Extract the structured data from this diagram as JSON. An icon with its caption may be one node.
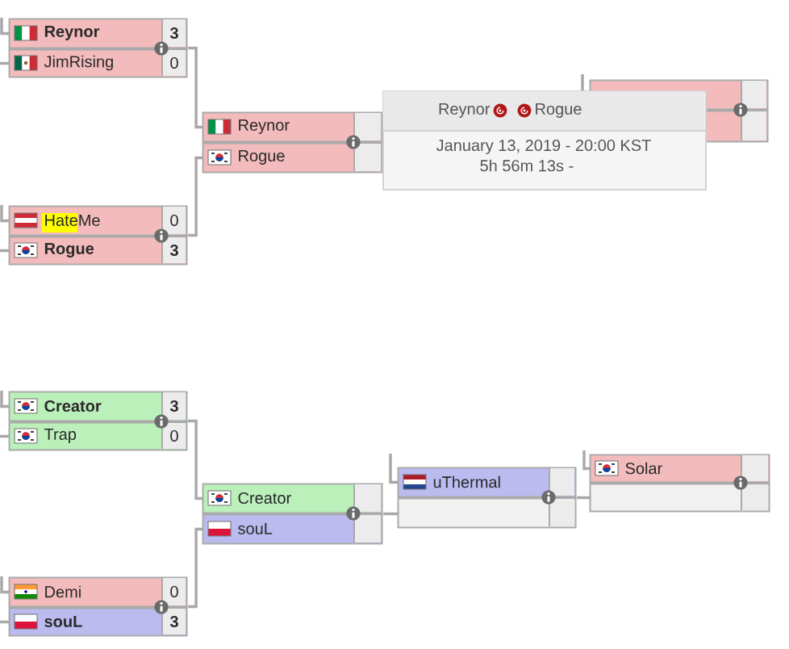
{
  "diagram": {
    "nodes": [
      {
        "text": [],
        "shape": "box"
      },
      {
        "text": [
          "Reynor",
          "3"
        ],
        "in": 0
      },
      {
        "text": [
          "JimRising",
          "0"
        ],
        "in": 0
      },
      {
        "text": [],
        "shape": "box"
      },
      {
        "text": [
          "HateMe",
          "0"
        ],
        "in": 3
      },
      {
        "text": [
          "Rogue",
          "3"
        ],
        "in": 3
      },
      {
        "text": [],
        "shape": "box"
      },
      {
        "text": [
          "Reynor"
        ],
        "in": 6
      },
      {
        "text": [
          "Rogue"
        ],
        "in": 6
      },
      {
        "text": [],
        "shape": "box"
      },
      {
        "text": [],
        "shape": "box",
        "in": 9
      },
      {
        "text": [],
        "shape": "box",
        "in": 9
      },
      {
        "text": [
          "Reynor",
          "Rogue",
          "January 13, 2019 - 20:00 KST",
          "5h 56m 13s -"
        ]
      },
      {
        "text": [],
        "shape": "box"
      },
      {
        "text": [
          "Creator",
          "3"
        ],
        "in": 13
      },
      {
        "text": [
          "Trap",
          "0"
        ],
        "in": 13
      },
      {
        "text": [],
        "shape": "box"
      },
      {
        "text": [
          "Demi",
          "0"
        ],
        "in": 16
      },
      {
        "text": [
          "souL",
          "3"
        ],
        "in": 16
      },
      {
        "text": [],
        "shape": "box"
      },
      {
        "text": [
          "Creator"
        ],
        "in": 19
      },
      {
        "text": [
          "souL"
        ],
        "in": 19
      },
      {
        "text": [],
        "shape": "box"
      },
      {
        "text": [
          "uThermal"
        ],
        "in": 22
      },
      {
        "text": [],
        "shape": "box",
        "in": 22
      },
      {
        "text": [],
        "shape": "box"
      },
      {
        "text": [
          "Solar"
        ],
        "in": 25
      },
      {
        "text": [],
        "shape": "box",
        "in": 25
      }
    ],
    "edges": [
      {
        "from": null,
        "to": 1,
        "arrow": "none"
      },
      {
        "from": null,
        "to": 2,
        "arrow": "none"
      },
      {
        "from": null,
        "to": 4,
        "arrow": "none"
      },
      {
        "from": null,
        "to": 5,
        "arrow": "none"
      },
      {
        "from": null,
        "to": 10,
        "arrow": "none"
      },
      {
        "from": 0,
        "to": 7,
        "arrow": "none"
      },
      {
        "from": 3,
        "to": 8,
        "arrow": "none"
      },
      {
        "from": null,
        "to": 14,
        "arrow": "none"
      },
      {
        "from": null,
        "to": 15,
        "arrow": "none"
      },
      {
        "from": null,
        "to": 17,
        "arrow": "none"
      },
      {
        "from": null,
        "to": 18,
        "arrow": "none"
      },
      {
        "from": 13,
        "to": 20,
        "arrow": "none"
      },
      {
        "from": 16,
        "to": 21,
        "arrow": "none"
      },
      {
        "from": null,
        "to": 23,
        "arrow": "none"
      },
      {
        "from": 19,
        "to": 24,
        "arrow": "none"
      },
      {
        "from": null,
        "to": 26,
        "arrow": "none"
      },
      {
        "from": 22,
        "to": 27,
        "arrow": "none"
      }
    ]
  }
}
